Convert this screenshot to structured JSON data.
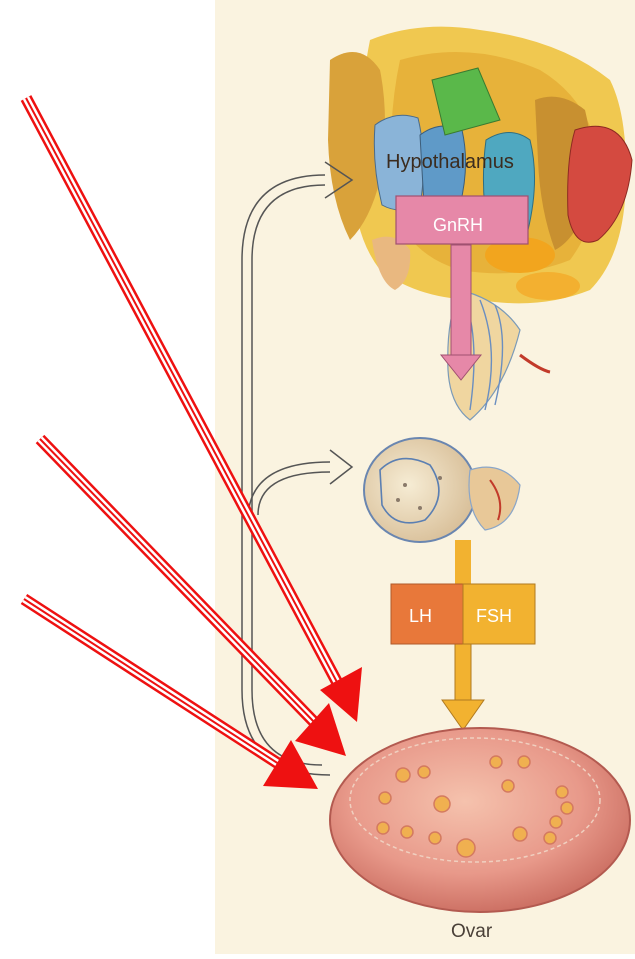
{
  "labels": {
    "hypothalamus": "Hypothalamus",
    "gnrh": "GnRH",
    "lh": "LH",
    "fsh": "FSH",
    "ovary": "Ovar"
  },
  "colors": {
    "paper": "#faf3e0",
    "gnrh_box": "#e688a8",
    "lh_box": "#e8783a",
    "fsh_box": "#f2b230",
    "ovary": "#e89a88",
    "annotation_arrows": "#ee1111"
  },
  "annotations": {
    "count": 3,
    "style": "red triple-line arrows pointing at the ovary"
  }
}
